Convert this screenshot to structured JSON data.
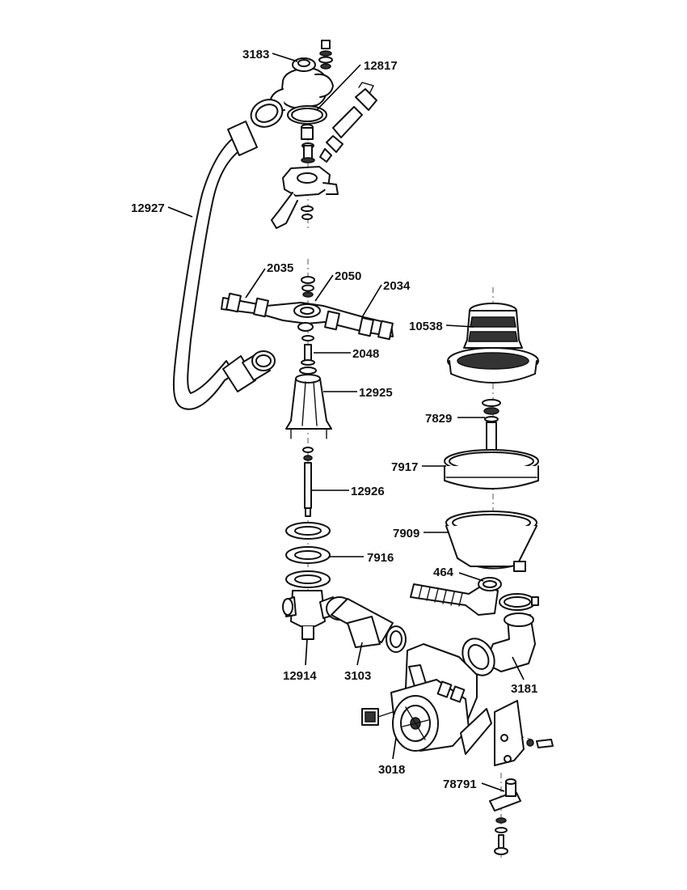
{
  "diagram": {
    "callouts": [
      {
        "id": "3183",
        "text": "3183"
      },
      {
        "id": "12817",
        "text": "12817"
      },
      {
        "id": "12927",
        "text": "12927"
      },
      {
        "id": "2035",
        "text": "2035"
      },
      {
        "id": "2050",
        "text": "2050"
      },
      {
        "id": "2034",
        "text": "2034"
      },
      {
        "id": "10538",
        "text": "10538"
      },
      {
        "id": "2048",
        "text": "2048"
      },
      {
        "id": "12925",
        "text": "12925"
      },
      {
        "id": "7829",
        "text": "7829"
      },
      {
        "id": "7917",
        "text": "7917"
      },
      {
        "id": "12926",
        "text": "12926"
      },
      {
        "id": "7909",
        "text": "7909"
      },
      {
        "id": "7916",
        "text": "7916"
      },
      {
        "id": "464",
        "text": "464"
      },
      {
        "id": "12914",
        "text": "12914"
      },
      {
        "id": "3103",
        "text": "3103"
      },
      {
        "id": "3181",
        "text": "3181"
      },
      {
        "id": "3018",
        "text": "3018"
      },
      {
        "id": "78791",
        "text": "78791"
      }
    ]
  }
}
